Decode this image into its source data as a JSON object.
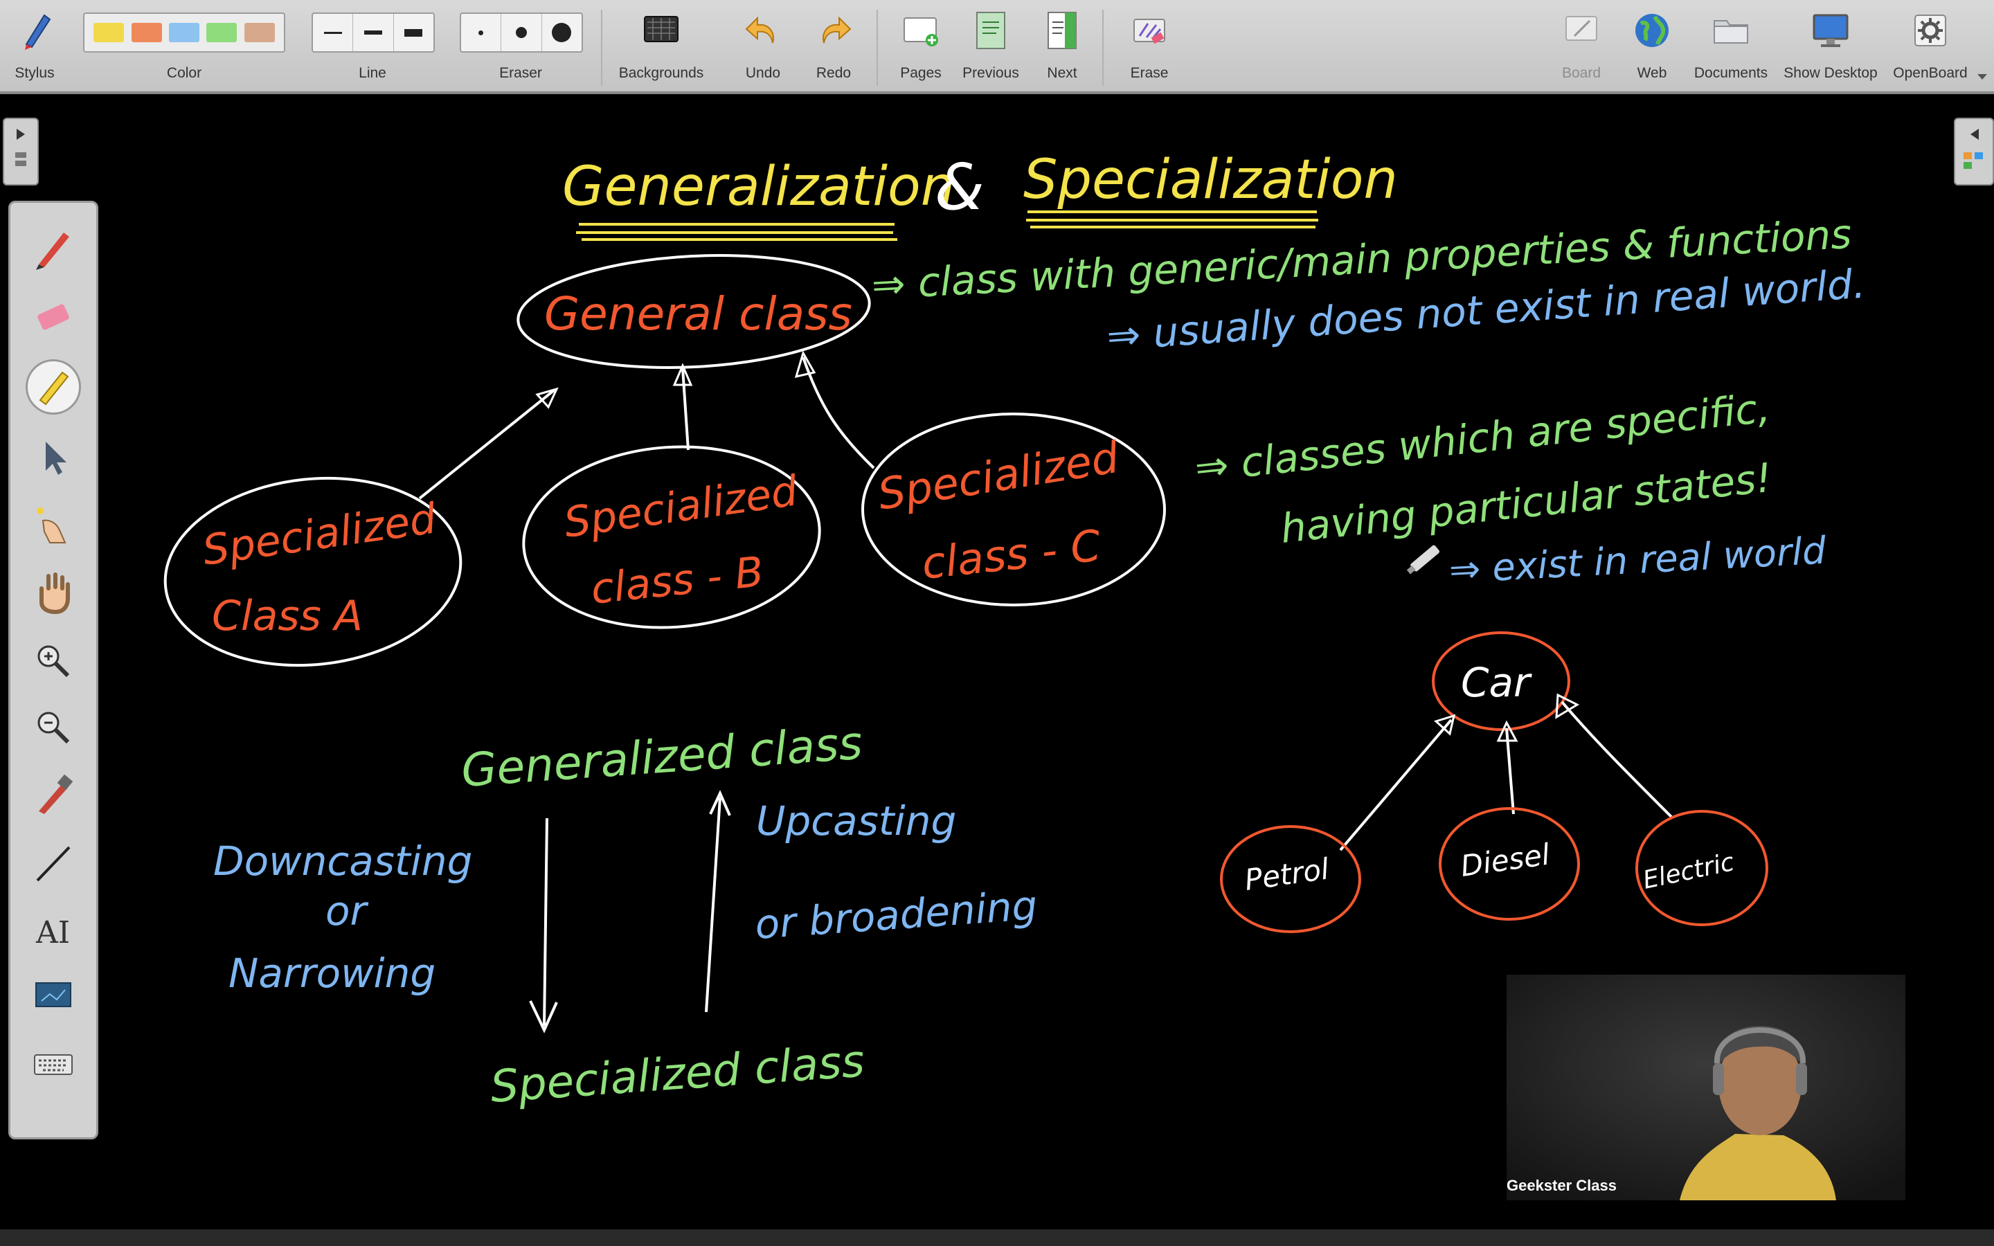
{
  "toolbar": {
    "stylus": "Stylus",
    "color": "Color",
    "line": "Line",
    "eraser": "Eraser",
    "backgrounds": "Backgrounds",
    "undo": "Undo",
    "redo": "Redo",
    "pages": "Pages",
    "previous": "Previous",
    "next": "Next",
    "erase": "Erase",
    "board": "Board",
    "web": "Web",
    "documents": "Documents",
    "show_desktop": "Show Desktop",
    "openboard": "OpenBoard",
    "swatches": [
      "#f2d94a",
      "#ee8a5a",
      "#8ec3f0",
      "#8fdc7c",
      "#d7a98a"
    ]
  },
  "palette": {
    "tools": [
      "pen-icon",
      "eraser-icon",
      "marker-icon",
      "pointer-icon",
      "laser-icon",
      "hand-icon",
      "zoom-in-icon",
      "zoom-out-icon",
      "capture-icon",
      "line-icon",
      "text-icon",
      "board-icon",
      "keyboard-icon"
    ]
  },
  "board": {
    "title_left": "Generalization",
    "title_amp": "&",
    "title_right": "Specialization",
    "general_class": "General class",
    "general_note1": "⇒ class with generic/main properties & functions",
    "general_note2": "⇒ usually does not exist in real world.",
    "spec_a_line1": "Specialized",
    "spec_a_line2": "Class A",
    "spec_b_line1": "Specialized",
    "spec_b_line2": "class - B",
    "spec_c_line1": "Specialized",
    "spec_c_line2": "class - C",
    "spec_note1": "⇒ classes which are specific,",
    "spec_note2": "having particular states!",
    "spec_note3": "⇒ exist in real world",
    "car": "Car",
    "petrol": "Petrol",
    "diesel": "Diesel",
    "electric": "Electric",
    "generalized_class": "Generalized class",
    "specialized_class": "Specialized class",
    "downcasting1": "Downcasting",
    "downcasting2": "or",
    "downcasting3": "Narrowing",
    "upcasting1": "Upcasting",
    "upcasting2": "or broadening"
  },
  "colors": {
    "yellow": "#f4e34a",
    "orange": "#f2582f",
    "green": "#8fe07a",
    "blue": "#7fb6f2",
    "white": "#ffffff"
  },
  "webcam": {
    "name": "Geekster Class"
  }
}
